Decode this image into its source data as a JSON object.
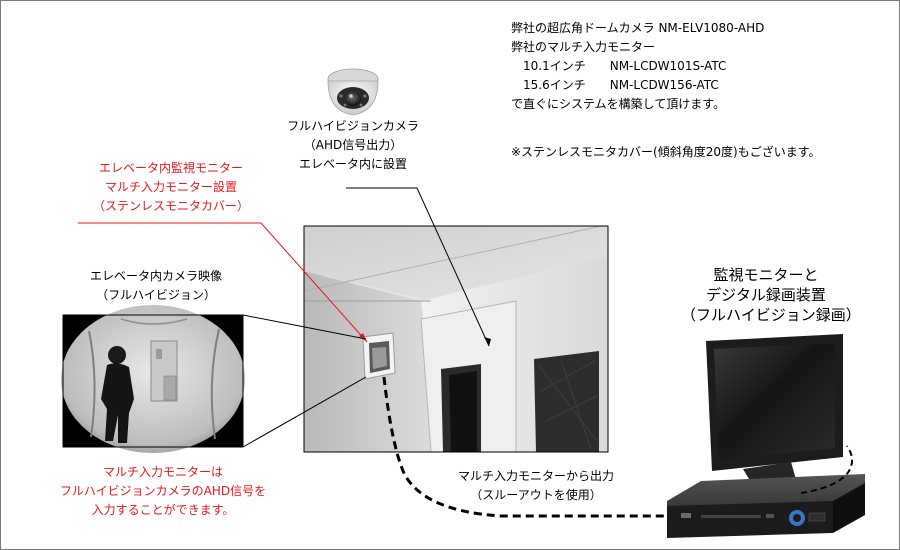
{
  "intro": {
    "lines": [
      "弊社の超広角ドームカメラ NM-ELV1080-AHD",
      "弊社のマルチ入力モニター",
      "　10.1インチ　　NM-LCDW101S-ATC",
      "　15.6インチ　　NM-LCDW156-ATC",
      "で直ぐにシステムを構築して頂けます。"
    ],
    "note": "※ステンレスモニタカバー(傾斜角度20度)もございます。"
  },
  "camera_label": [
    "フルハイビジョンカメラ",
    "（AHD信号出力）",
    "エレベータ内に設置"
  ],
  "monitor_install_label": [
    "エレベータ内監視モニター",
    "マルチ入力モニター設置",
    "（ステンレスモニタカバー）"
  ],
  "camera_feed_label": [
    "エレベータ内カメラ映像",
    "（フルハイビジョン）"
  ],
  "recorder_label": [
    "監視モニターと",
    "デジタル録画装置",
    "（フルハイビジョン録画）"
  ],
  "output_label": [
    "マルチ入力モニターから出力",
    "（スルーアウトを使用）"
  ],
  "bottom_note": [
    "マルチ入力モニターは",
    "フルハイビジョンカメラのAHD信号を",
    "入力することができます。"
  ],
  "colors": {
    "accent_red": "#e8171b",
    "line": "#000000"
  }
}
